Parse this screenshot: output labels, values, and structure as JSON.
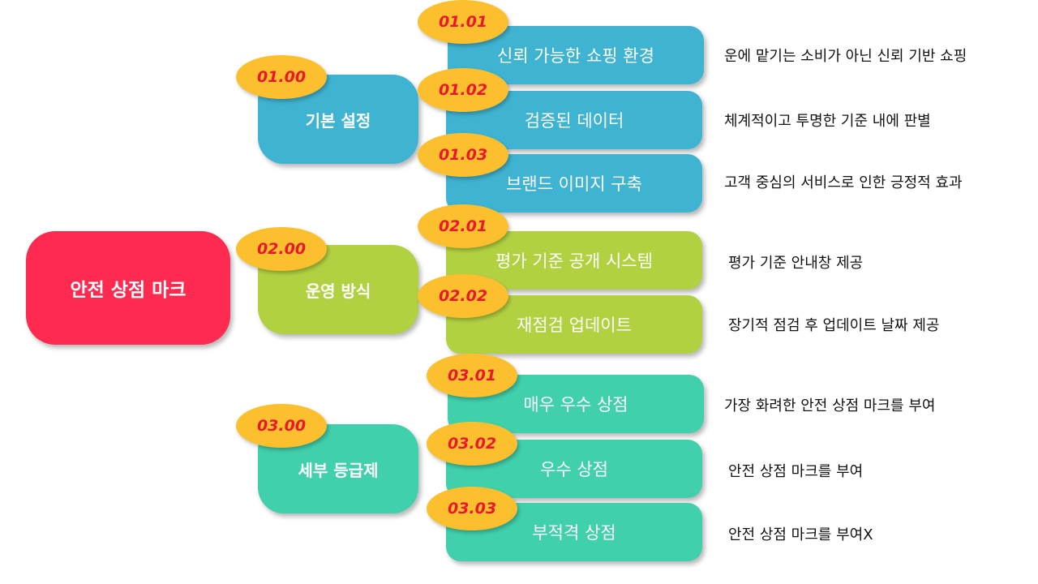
{
  "root": {
    "label": "안전 상점 마크",
    "color": "#ff2a4f"
  },
  "groups": [
    {
      "code": "01.00",
      "label": "기본 설정",
      "color": "#3fb3d2",
      "items": [
        {
          "code": "01.01",
          "label": "신뢰 가능한 쇼핑 환경",
          "desc": "운에 맡기는 소비가 아닌 신뢰 기반 쇼핑"
        },
        {
          "code": "01.02",
          "label": "검증된 데이터",
          "desc": "체계적이고 투명한 기준 내에 판별"
        },
        {
          "code": "01.03",
          "label": "브랜드 이미지 구축",
          "desc": "고객 중심의 서비스로 인한 긍정적 효과"
        }
      ]
    },
    {
      "code": "02.00",
      "label": "운영 방식",
      "color": "#b2d141",
      "items": [
        {
          "code": "02.01",
          "label": "평가 기준 공개 시스템",
          "desc": "평가 기준 안내창 제공"
        },
        {
          "code": "02.02",
          "label": "재점검 업데이트",
          "desc": "장기적 점검 후 업데이트 날짜 제공"
        }
      ]
    },
    {
      "code": "03.00",
      "label": "세부 등급제",
      "color": "#40d0ac",
      "items": [
        {
          "code": "03.01",
          "label": "매우 우수 상점",
          "desc": "가장 화려한 안전 상점 마크를 부여"
        },
        {
          "code": "03.02",
          "label": "우수 상점",
          "desc": "안전 상점 마크를 부여"
        },
        {
          "code": "03.03",
          "label": "부적격 상점",
          "desc": "안전 상점 마크를 부여X"
        }
      ]
    }
  ],
  "tag_colors": {
    "fill": "#fcc02e",
    "text": "#e8192c"
  }
}
